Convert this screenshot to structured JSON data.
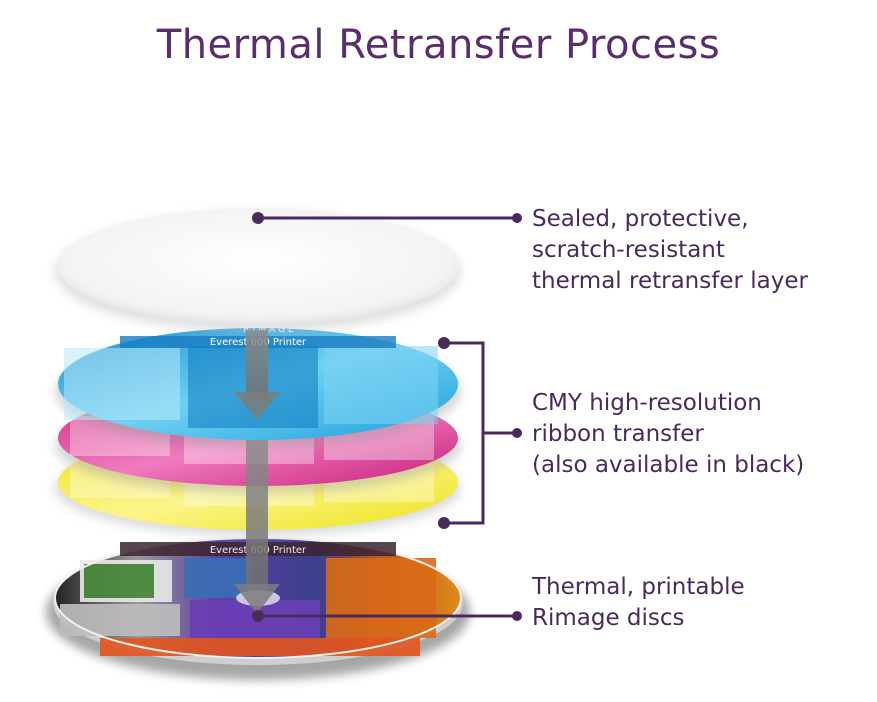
{
  "title": "Thermal Retransfer Process",
  "layers": {
    "top": {
      "lines": [
        "Sealed, protective,",
        "scratch-resistant",
        "thermal retransfer layer"
      ]
    },
    "ribbon": {
      "lines": [
        "CMY high-resolution",
        "ribbon transfer",
        "(also available in black)"
      ]
    },
    "disc": {
      "lines": [
        "Thermal, printable",
        "Rimage discs"
      ]
    }
  },
  "disc_print": {
    "brand": "RIMAGE",
    "caption": "Everest 600 Printer"
  },
  "colors": {
    "accent": "#5a2d6e",
    "cyan": "#3fb6e6",
    "magenta": "#e0409a",
    "yellow": "#f3ec33"
  }
}
